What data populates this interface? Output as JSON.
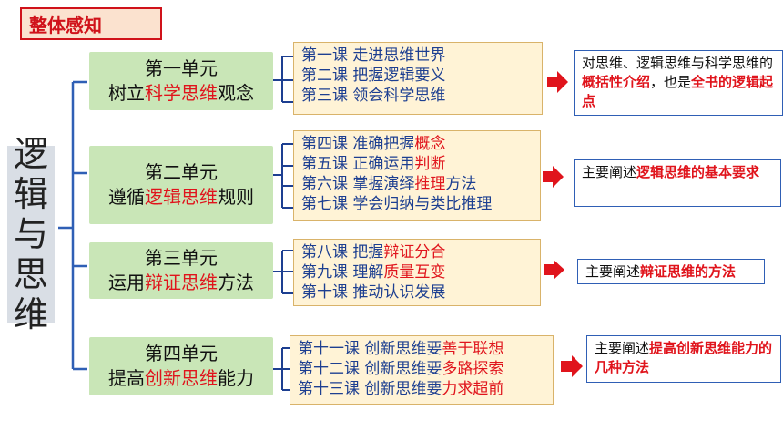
{
  "header": {
    "label": "整体感知"
  },
  "root": {
    "chars": [
      "逻",
      "辑",
      "与",
      "思",
      "维"
    ]
  },
  "units": [
    {
      "name": "第一单元",
      "theme_pre": "树立",
      "theme_hl": "科学思维",
      "theme_post": "观念",
      "lessons": [
        {
          "pre": "第一课  走进思维世界",
          "hl": "",
          "post": ""
        },
        {
          "pre": "第二课  把握逻辑要义",
          "hl": "",
          "post": ""
        },
        {
          "pre": "第三课  领会科学思维",
          "hl": "",
          "post": ""
        }
      ],
      "desc": {
        "p1": "对思维、逻辑思维与科学思维的",
        "h1": "概括性介绍",
        "p2": "，也是",
        "h2": "全书的逻辑起点",
        "p3": ""
      }
    },
    {
      "name": "第二单元",
      "theme_pre": "遵循",
      "theme_hl": "逻辑思维",
      "theme_post": "规则",
      "lessons": [
        {
          "pre": "第四课  准确把握",
          "hl": "概念",
          "post": ""
        },
        {
          "pre": "第五课  正确运用",
          "hl": "判断",
          "post": ""
        },
        {
          "pre": "第六课  掌握演绎",
          "hl": "推理",
          "post": "方法"
        },
        {
          "pre": "第七课  学会归纳与类比推理",
          "hl": "",
          "post": ""
        }
      ],
      "desc": {
        "p1": "主要阐述",
        "h1": "逻辑思维的基本要求",
        "p2": "",
        "h2": "",
        "p3": ""
      }
    },
    {
      "name": "第三单元",
      "theme_pre": "运用",
      "theme_hl": "辩证思维",
      "theme_post": "方法",
      "lessons": [
        {
          "pre": "第八课  把握",
          "hl": "辩证分合",
          "post": ""
        },
        {
          "pre": "第九课  理解",
          "hl": "质量互变",
          "post": ""
        },
        {
          "pre": "第十课  推动认识发展",
          "hl": "",
          "post": ""
        }
      ],
      "desc": {
        "p1": "主要阐述",
        "h1": "辩证思维的方法",
        "p2": "",
        "h2": "",
        "p3": ""
      }
    },
    {
      "name": "第四单元",
      "theme_pre": "提高",
      "theme_hl": "创新思维",
      "theme_post": "能力",
      "lessons": [
        {
          "pre": "第十一课  创新思维要",
          "hl": "善于联想",
          "post": ""
        },
        {
          "pre": "第十二课  创新思维要",
          "hl": "多路探索",
          "post": ""
        },
        {
          "pre": "第十三课  创新思维要",
          "hl": "力求超前",
          "post": ""
        }
      ],
      "desc": {
        "p1": "主要阐述",
        "h1": "提高创新思维能力的几种方法",
        "p2": "",
        "h2": "",
        "p3": ""
      }
    }
  ],
  "colors": {
    "highlight": "#e0141c",
    "lesson_text": "#1d3f91",
    "unit_bg": "#c9e6b7",
    "lesson_bg": "#fff3d6",
    "connector": "#2f5fb5",
    "arrow": "#e0141c"
  }
}
